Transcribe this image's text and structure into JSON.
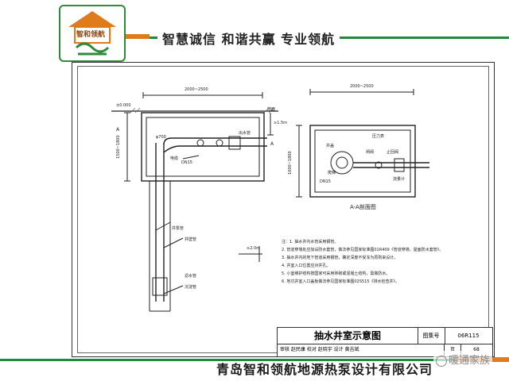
{
  "header": {
    "logo_text": "智和领航",
    "slogan": "智慧诚信 和谐共赢 专业领航"
  },
  "drawing": {
    "dims": {
      "plan_width_left": "2000~2500",
      "plan_width_right": "2000~2500",
      "height_left": "1500~1800",
      "height_right": "1000~1800",
      "depth_right": "≥1.5m",
      "depth_bottom": "≥2.0m",
      "elevation": "±0.000",
      "dn15": "DN15",
      "dia700": "φ700",
      "dn15_right": "DN15"
    },
    "labels": {
      "a_left": "A",
      "a_right": "A",
      "section_title": "A-A剖面图",
      "pump_pipe": "井泵管",
      "water_pipe": "出水管",
      "cable": "电缆",
      "well_pipe": "井壁管",
      "filter_pipe": "滤水管",
      "settle_pipe": "沉淀管",
      "valve": "闸阀",
      "check_valve": "止回阀",
      "gauge": "压力表",
      "flowmeter": "流量计",
      "ladder": "爬梯",
      "cover": "井盖",
      "soil": "地面"
    },
    "notes": [
      "注：1. 抽水井内水管采用钢管。",
      "2. 管道穿墙处应加设防水套管，做法参见国家标准图01R409《管道穿墙、屋面防水套管》。",
      "3. 抽水井内的地下管道采用钢管，确定深度不受冻为原则来设计。",
      "4. 井室入口位置应对井孔。",
      "5. 小室维护结构按国家可采用砖砌或混凝土结构，需做防水。",
      "6. 地坑井室入口盖板做法参见国家标准图02S515《排水检查井》。"
    ]
  },
  "title_block": {
    "title": "抽水井室示意图",
    "code_label": "图集号",
    "code": "06R115",
    "sign_row": "审核 赵民康  校对 赵晓宇  设计 黄吉斌",
    "page_label": "页",
    "page": "68"
  },
  "footer": {
    "company": "青岛智和领航地源热泵设计有限公司",
    "watermark": "暖通家族"
  }
}
